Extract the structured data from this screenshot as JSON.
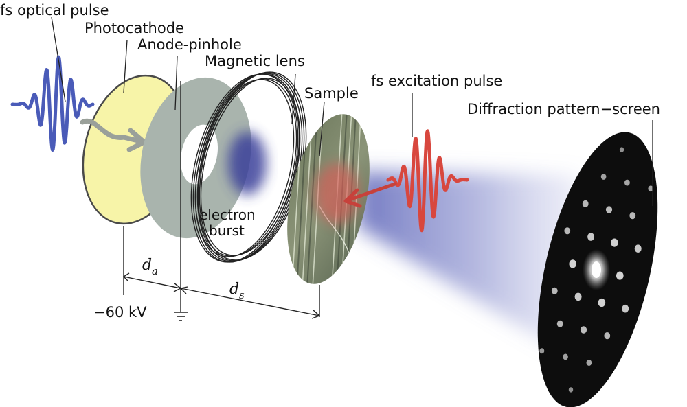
{
  "labels": {
    "fs_optical_pulse": "fs optical pulse",
    "photocathode": "Photocathode",
    "anode_pinhole": "Anode-pinhole",
    "magnetic_lens": "Magnetic lens",
    "sample": "Sample",
    "fs_excitation_pulse": "fs excitation pulse",
    "diffraction_screen": "Diffraction pattern−screen",
    "electron_burst_line1": "electron",
    "electron_burst_line2": "burst",
    "voltage": "−60 kV",
    "d_a": "d",
    "d_a_sub": "a",
    "d_s": "d",
    "d_s_sub": "s"
  },
  "colors": {
    "optical_pulse": "#4a5bb8",
    "photocathode_fill": "#f7f4a8",
    "anode_fill": "#a9b4ad",
    "excitation_pulse": "#d8473e",
    "electron_beam": "#5b63b8",
    "screen": "#0d0d0d"
  }
}
